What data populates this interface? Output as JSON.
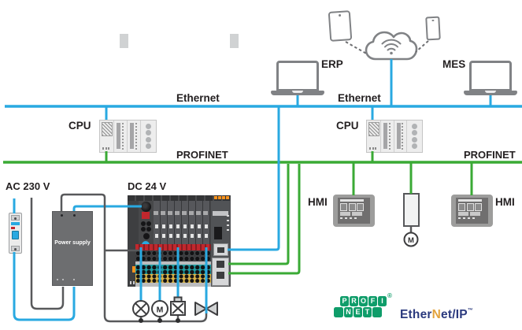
{
  "labels": {
    "ethernet": "Ethernet",
    "profinet": "PROFINET",
    "cpu": "CPU",
    "erp": "ERP",
    "mes": "MES",
    "hmi": "HMI",
    "ac_supply": "AC 230 V",
    "dc_supply": "DC 24 V",
    "power_supply": "Power supply",
    "motor_m": "M"
  },
  "logos": {
    "profinet": {
      "top_letters": [
        "P",
        "R",
        "O",
        "F",
        "I"
      ],
      "bottom_letters": [
        "N",
        "E",
        "T"
      ],
      "registered_mark": "®"
    },
    "ethernet_ip": {
      "part1": "Ether",
      "part2": "N",
      "part3": "et/IP",
      "trademark": "™"
    }
  },
  "colors": {
    "ethernet_line_blue": "#29A9E1",
    "profinet_line_green": "#3AAA35",
    "wire_dark_gray": "#58595B",
    "device_gray": "#808285",
    "alarm_red": "#C1272D",
    "accent_orange": "#F7931E",
    "profinet_logo_green": "#0F9D6A",
    "ethernet_ip_navy": "#2B3A7E",
    "ethernet_ip_gold": "#E3A33C"
  }
}
